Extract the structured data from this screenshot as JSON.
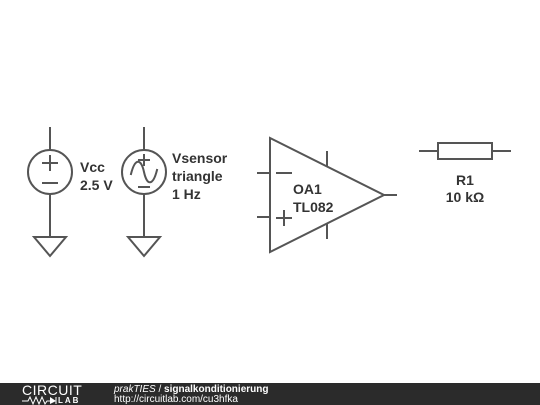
{
  "components": {
    "vcc": {
      "name": "Vcc",
      "value": "2.5 V"
    },
    "vsensor": {
      "name": "Vsensor",
      "waveform": "triangle",
      "frequency": "1 Hz"
    },
    "opamp": {
      "name": "OA1",
      "model": "TL082"
    },
    "resistor": {
      "name": "R1",
      "value": "10 kΩ"
    }
  },
  "footer": {
    "logo_word": "CIRCUIT",
    "logo_sub": "LAB",
    "user": "prakTIES",
    "separator": " / ",
    "project": "signalkonditionierung",
    "url": "http://circuitlab.com/cu3hfka"
  },
  "colors": {
    "wire": "#555555",
    "label": "#333333",
    "footer_bg": "#2b2b2b"
  }
}
